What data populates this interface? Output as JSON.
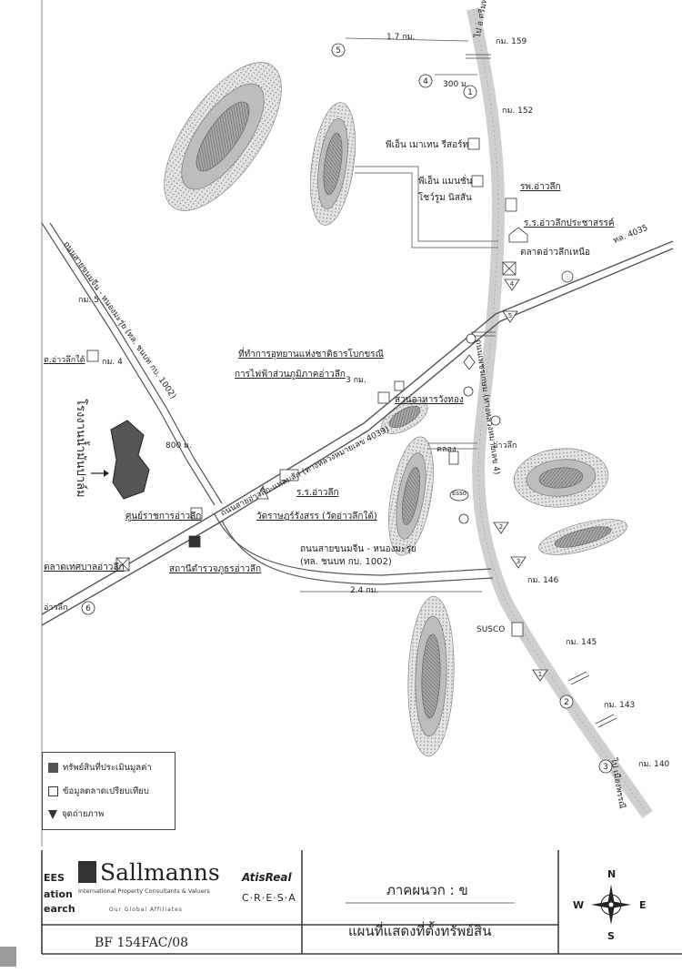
{
  "labels": {
    "to_amphoe": "ไป อ.ศรีมหาโพธิ",
    "to_city": "ไป เมืองพรรณี",
    "km159": "กม. 159",
    "km152": "กม. 152",
    "km146": "กม. 146",
    "km145": "กม. 145",
    "km143": "กม. 143",
    "km140": "กม. 140",
    "km5": "กม. 5",
    "km4": "กม. 4",
    "dist_17": "1.7 กม.",
    "dist_300": "300 ม.",
    "dist_3": "3 กม.",
    "dist_800": "800 ม.",
    "dist_24": "2.4 กม.",
    "pm_resort": "พีเอ็น เมาเทน รีสอร์ท",
    "pm_mansion": "พีเอ็น แมนชั่น",
    "showroom": "โชว์รูม นิสสัน",
    "hospital": "รพ.อ่าวลึก",
    "school_prachasan": "ร.ร.อ่าวลึกประชาสรรค์",
    "market_north": "ตลาดอ่าวลึกเหนือ",
    "hwy4035": "ทล. 4035",
    "nat_park": "ที่ทำการอุทยานแห่งชาติธารโบกขรณี",
    "electricity": "การไฟฟ้าส่วนภูมิภาคอ่าวลึก",
    "garden": "สวนอาหารวังทอง",
    "klong": "คลอง",
    "aoluek": "อ่าวลึก",
    "school_aoluek": "ร.ร.อ่าวลึก",
    "temple": "วัดราษฎร์รังสรร (วัดอ่าวลึกใต้)",
    "gov_center": "ศูนย์ราชการอ่าวลึก",
    "police": "สถานีตำรวจภูธรอ่าวลึก",
    "muni_market": "ตลาดเทศบาลอ่าวลึก",
    "road_local1": "ถนนสายขนมจีน - หนองมะรุ่ย",
    "road_local2": "(ทล. ชนบท กบ. 1002)",
    "road_main": "ถนนสายอ่าวลึก-แหลมสัก (ทางหลวงหมายเลข 4039)",
    "road_hwy": "ถนนเพชรเกษม (ทางหลวงหมายเลข 4)",
    "road_left": "ถนนสายขนมจีน - หนองมะรุ่ย (ทล. ชนบท กบ. 1002)",
    "school_south": "ต.อ่าวลึกใต้",
    "factory": "โรงงานน้ำมันปาล์ม",
    "susco": "SUSCO",
    "esso": "Esso",
    "aoluek_left": "อ่าวลึก",
    "pt_1": "1",
    "pt_2": "2",
    "pt_3": "3",
    "pt_4": "4",
    "pt_5": "5",
    "pt_6": "6",
    "mk_1": "1",
    "mk_2": "2",
    "mk_3": "3",
    "mk_4": "4",
    "mk_5": "5"
  },
  "legend": {
    "subject": "ทรัพย์สินที่ประเมินมูลค่า",
    "comparable": "ข้อมูลตลาดเปรียบเทียบ",
    "photo": "จุดถ่ายภาพ"
  },
  "footer": {
    "left1": "EES",
    "left2": "ation",
    "left3": "earch",
    "company": "Sallmanns",
    "company_sub": "International Property Consultants & Valuers",
    "affiliates": "Our Global Affiliates",
    "atis": "AtisReal",
    "cresa": "C·R·E·S·A",
    "code": "BF 154FAC/08",
    "title1": "ภาคผนวก : ข",
    "title2": "แผนที่แสดงที่ตั้งทรัพย์สิน"
  },
  "compass": {
    "n": "N",
    "s": "S",
    "e": "E",
    "w": "W"
  },
  "colors": {
    "road": "#c9c9c9",
    "hill_outer": "#d8d8d8",
    "hill_inner": "#9a9a9a",
    "line": "#444444"
  }
}
